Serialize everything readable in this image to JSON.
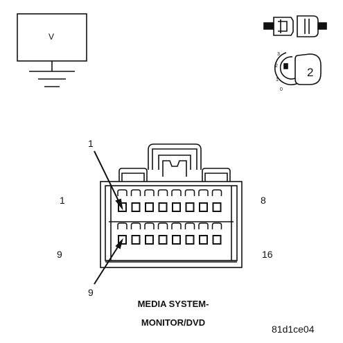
{
  "meter": {
    "label": "V"
  },
  "key_position": {
    "positions": [
      "3",
      "2",
      "1",
      "0"
    ],
    "selected": "2"
  },
  "connector": {
    "title_line1": "MEDIA SYSTEM-",
    "title_line2": "MONITOR/DVD",
    "top_row_left_pin": "1",
    "top_row_right_pin": "8",
    "bottom_row_left_pin": "9",
    "bottom_row_right_pin": "16",
    "callout_top": "1",
    "callout_bottom": "9"
  },
  "figure_code": "81d1ce04",
  "colors": {
    "ink": "#111111",
    "paper": "#ffffff"
  }
}
